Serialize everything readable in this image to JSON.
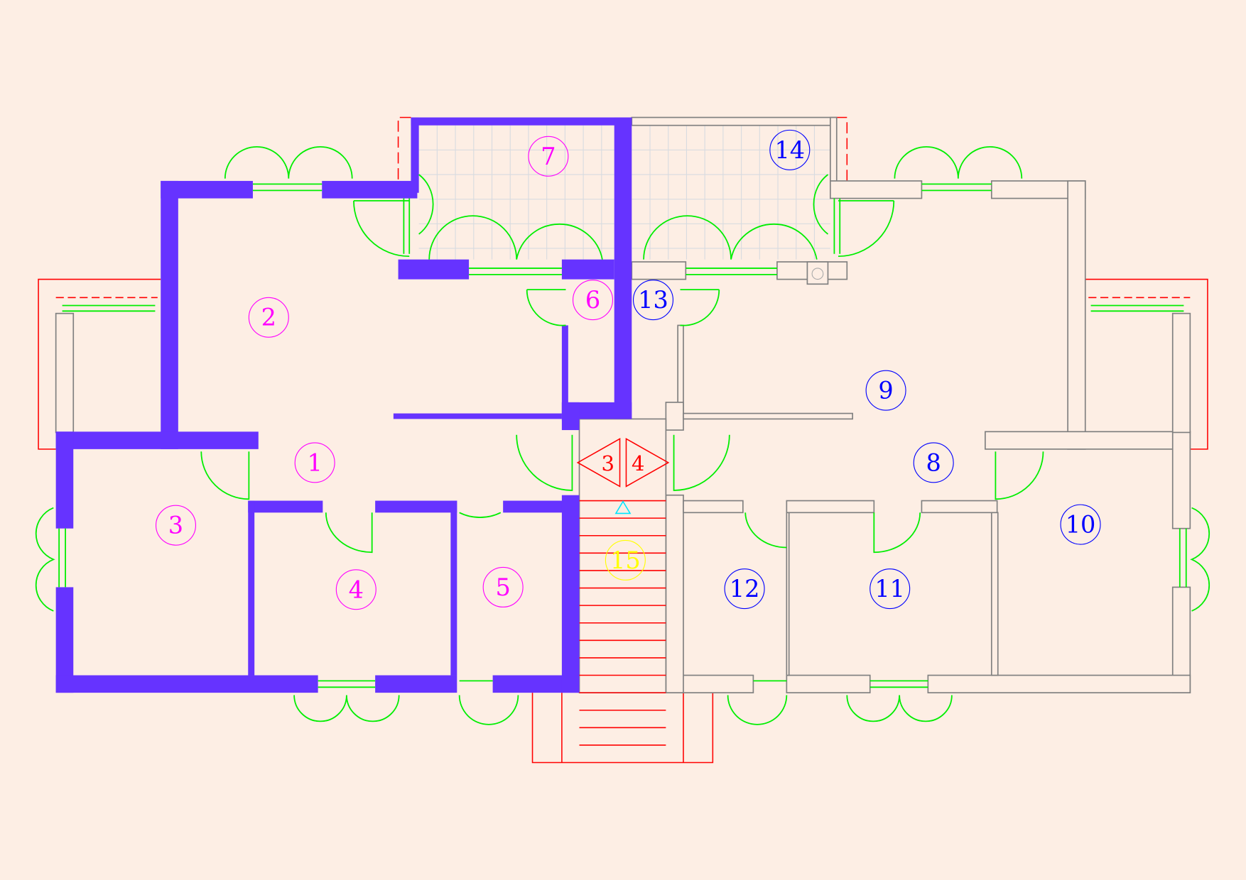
{
  "plan": {
    "colors": {
      "background": "#fdeee4",
      "owned_walls": "#6633ff",
      "other_walls": "#808080",
      "doors_windows": "#00ee00",
      "outline": "#ff0000",
      "label_left": "#ff00ff",
      "label_right": "#0000ff",
      "label_stair": "#ffff00",
      "marker": "#00e5ff"
    },
    "left_unit_rooms": [
      "1",
      "2",
      "3",
      "4",
      "5",
      "6",
      "7"
    ],
    "right_unit_rooms": [
      "8",
      "9",
      "10",
      "11",
      "12",
      "13",
      "14"
    ],
    "stair_room": "15",
    "stair_doors": [
      "3",
      "4"
    ]
  }
}
